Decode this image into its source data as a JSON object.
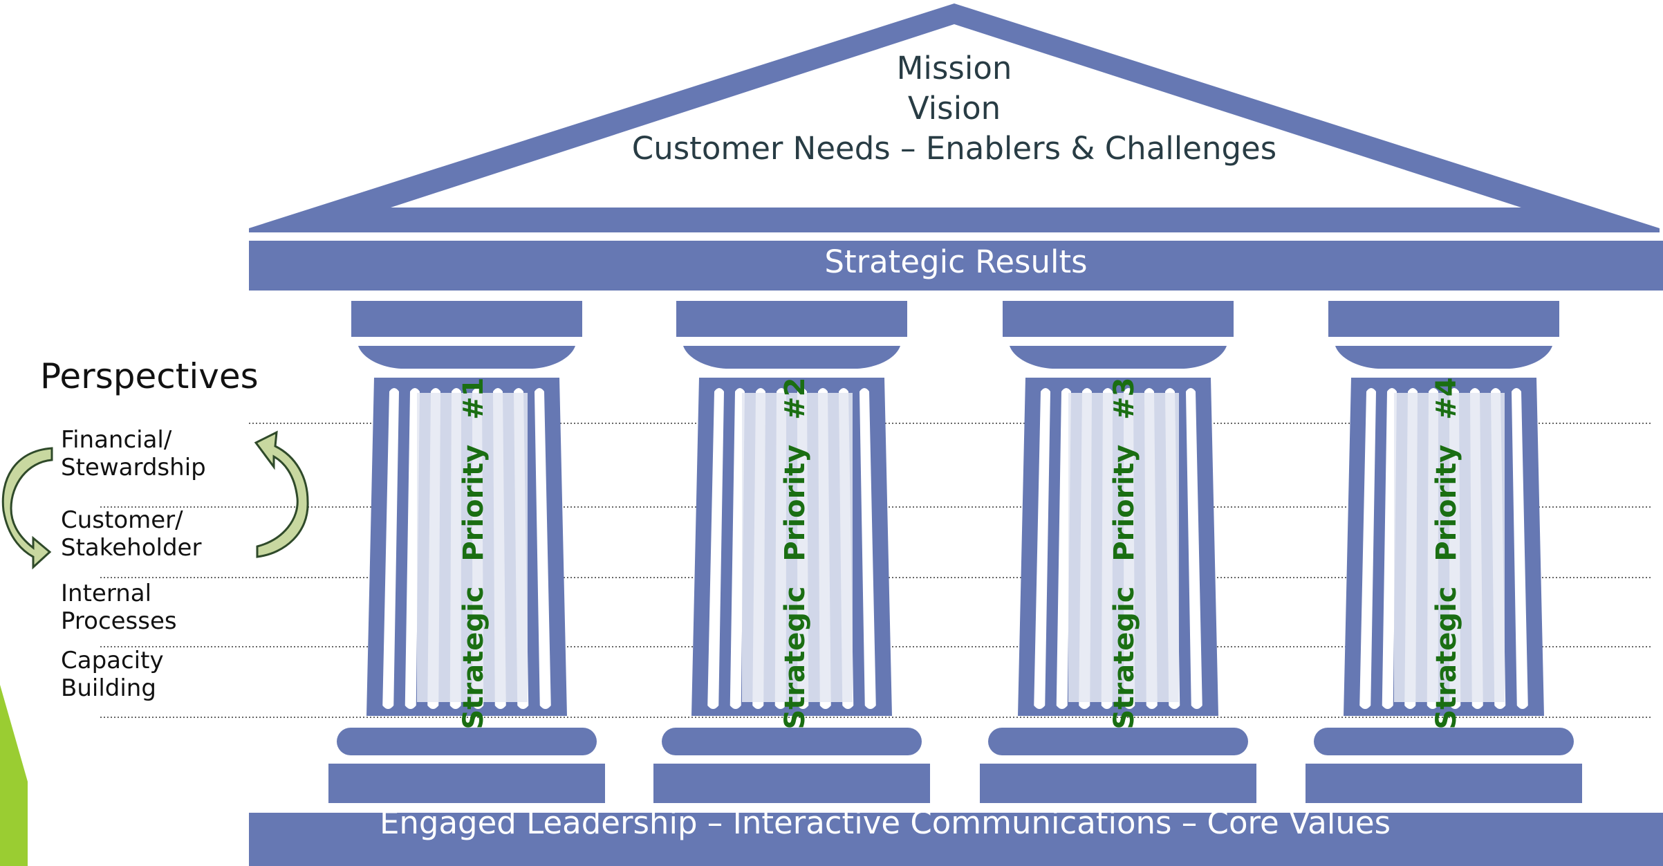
{
  "roof": {
    "line1": "Mission",
    "line2": "Vision",
    "line3": "Customer Needs – Enablers & Challenges"
  },
  "architrave": {
    "label": "Strategic Results"
  },
  "foundation": {
    "label": "Engaged Leadership – Interactive Communications – Core Values"
  },
  "perspectives": {
    "title": "Perspectives",
    "items": [
      {
        "line1": "Financial/",
        "line2": "Stewardship"
      },
      {
        "line1": "Customer/",
        "line2": "Stakeholder"
      },
      {
        "line1": "Internal",
        "line2": "Processes"
      },
      {
        "line1": "Capacity",
        "line2": "Building"
      }
    ]
  },
  "pillars": [
    {
      "label": "Strategic  Priority #1"
    },
    {
      "label": "Strategic  Priority #2"
    },
    {
      "label": "Strategic  Priority #3"
    },
    {
      "label": "Strategic  Priority #4"
    }
  ],
  "colors": {
    "structure": "#6678b3",
    "flute": "#ffffff",
    "priority_text": "#1a6e12",
    "arrow_fill": "#c8d8a0",
    "accent_bar": "#9acd32"
  }
}
